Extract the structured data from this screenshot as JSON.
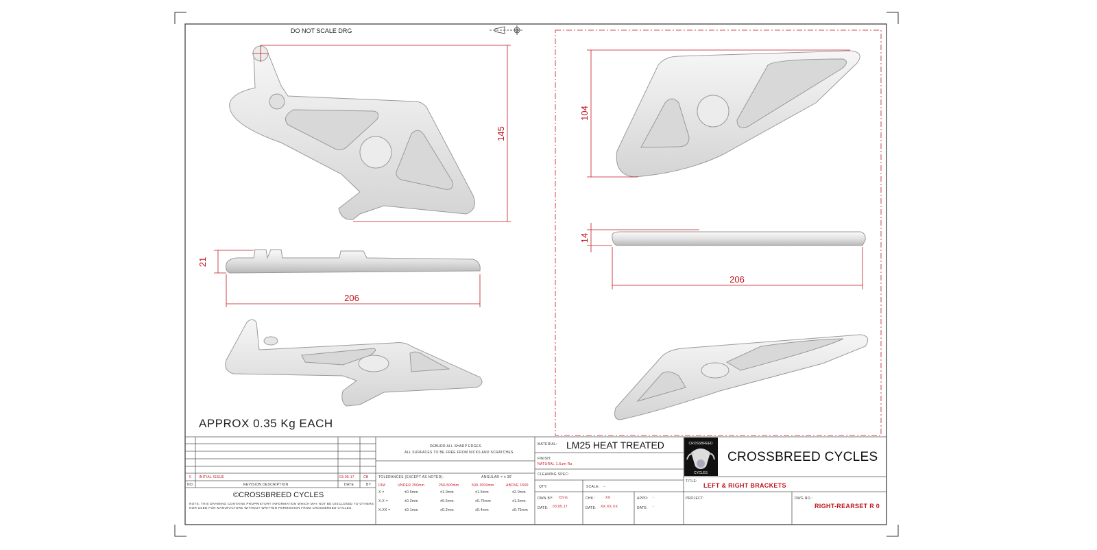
{
  "sheet": {
    "note_top": "DO NOT SCALE DRG",
    "weight_note": "APPROX 0.35 Kg EACH"
  },
  "dimensions": {
    "left_height": "145",
    "left_thickness": "21",
    "left_length": "206",
    "right_height": "104",
    "right_thickness": "14",
    "right_length": "206"
  },
  "revisions": {
    "rows": [
      {
        "no": "0",
        "description": "INITIAL ISSUE",
        "date": "03.05.17",
        "by": "CB"
      }
    ],
    "headers": {
      "no": "NO.",
      "description": "REVISION DESCRIPTION",
      "date": "DATE",
      "by": "BY"
    }
  },
  "copyright": {
    "title": "©CROSSBREED CYCLES",
    "note_line1": "NOTE: THIS DRAWING CONTAINS PROPRIETORY INFORMATION WHICH MAY NOT BE DISCLOSED TO OTHERS",
    "note_line2": "NOR USED FOR MANUFACTURE WITHOUT WRITTEN PERMISSION FROM CROSSBREED CYCLES."
  },
  "notes": {
    "line1": "DEBURR ALL SHARP EDGES",
    "line2": "ALL SURFACES TO BE FREE FROM NICKS AND SCRATCHES"
  },
  "tolerances": {
    "title": "TOLERANCES (EXCEPT AS NOTED):",
    "angular": "ANGULAR = ± 30'",
    "headers": [
      "DIM",
      "UNDER 250mm",
      "250-500mm",
      "500-1500mm",
      "ABOVE 1500"
    ],
    "rows": [
      [
        "X  =",
        "±0.5mm",
        "±1.0mm",
        "±1.5mm",
        "±2.0mm"
      ],
      [
        "X.X  =",
        "±0.2mm",
        "±0.5mm",
        "±0.75mm",
        "±1.5mm"
      ],
      [
        "X.XX =",
        "±0.1mm",
        "±0.2mm",
        "±0.4mm",
        "±0.75mm"
      ]
    ]
  },
  "material": {
    "label": "MATERIAL:",
    "value": "LM25 HEAT TREATED",
    "finish_label": "FINISH:",
    "finish_value": "NATURAL 1.6um Ra",
    "cleaning_label": "CLEANING SPEC:",
    "qty_label": "QTY:",
    "scale_label": "SCALE:",
    "scale_value": "--",
    "dwn_label": "DWN BY:",
    "dwn_value": "Chris",
    "chk_label": "CHK:",
    "chk_value": "XX",
    "appd_label": "APPD:",
    "appd_value": "-",
    "date_label": "DATE:",
    "dwn_date": "03.05.17",
    "chk_date": "XX.XX.XX",
    "appd_date": "-"
  },
  "company": {
    "logo_text_top": "CROSSBREED",
    "logo_text_bottom": "CYCLES",
    "name": "CROSSBREED CYCLES",
    "title_label": "TITLE:",
    "title_value": "LEFT & RIGHT BRACKETS",
    "project_label": "PROJECT:",
    "dwg_label": "DWG NO.:",
    "dwg_value": "RIGHT-REARSET R 0"
  },
  "colors": {
    "dimension": "#c0141c",
    "part": "#e4e4e4",
    "border": "#333333"
  }
}
